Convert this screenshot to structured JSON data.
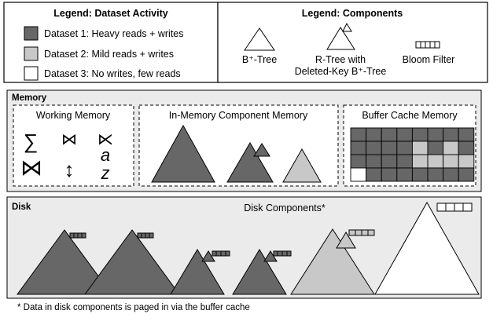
{
  "legend_activity": {
    "title": "Legend: Dataset Activity",
    "items": [
      {
        "label": "Dataset 1: Heavy reads + writes",
        "color": "#676767"
      },
      {
        "label": "Dataset 2: Mild reads + writes",
        "color": "#c8c8c8"
      },
      {
        "label": "Dataset 3: No writes, few reads",
        "color": "#ffffff"
      }
    ]
  },
  "legend_components": {
    "title": "Legend: Components",
    "btree": {
      "label": "B⁺-Tree",
      "icon": "triangle-icon"
    },
    "rtree": {
      "label_line1": "R-Tree with",
      "label_line2": "Deleted-Key B⁺-Tree",
      "icon": "triangle-with-small-triangle-icon"
    },
    "bloom": {
      "label": "Bloom Filter",
      "icon": "bloom-filter-icon"
    }
  },
  "memory": {
    "title": "Memory",
    "working": {
      "title": "Working Memory",
      "symbols": [
        "∑",
        "⋈",
        "⋉",
        "⋈",
        "↕",
        "a",
        "z"
      ]
    },
    "in_memory": {
      "title": "In-Memory Component Memory",
      "components": [
        {
          "type": "btree",
          "dataset": 1
        },
        {
          "type": "rtree",
          "dataset": 1
        },
        {
          "type": "btree",
          "dataset": 2
        }
      ]
    },
    "buffer_cache": {
      "title": "Buffer Cache Memory",
      "rows": [
        [
          1,
          1,
          1,
          1,
          1,
          1,
          1,
          1
        ],
        [
          1,
          1,
          1,
          1,
          2,
          1,
          2,
          1
        ],
        [
          1,
          1,
          1,
          1,
          2,
          2,
          2,
          2
        ],
        [
          3,
          1,
          1,
          1,
          1,
          1,
          1,
          1
        ]
      ]
    }
  },
  "disk": {
    "title": "Disk",
    "components_label": "Disk Components*",
    "components": [
      {
        "type": "btree",
        "dataset": 1
      },
      {
        "type": "btree",
        "dataset": 1
      },
      {
        "type": "rtree",
        "dataset": 1
      },
      {
        "type": "rtree",
        "dataset": 1
      },
      {
        "type": "rtree",
        "dataset": 2
      },
      {
        "type": "btree",
        "dataset": 3
      }
    ]
  },
  "footnote": "* Data in disk components is paged in via the buffer cache",
  "colors": {
    "dataset1": "#676767",
    "dataset2": "#c8c8c8",
    "dataset3": "#ffffff",
    "panel": "#ebebeb",
    "stroke": "#000000"
  }
}
